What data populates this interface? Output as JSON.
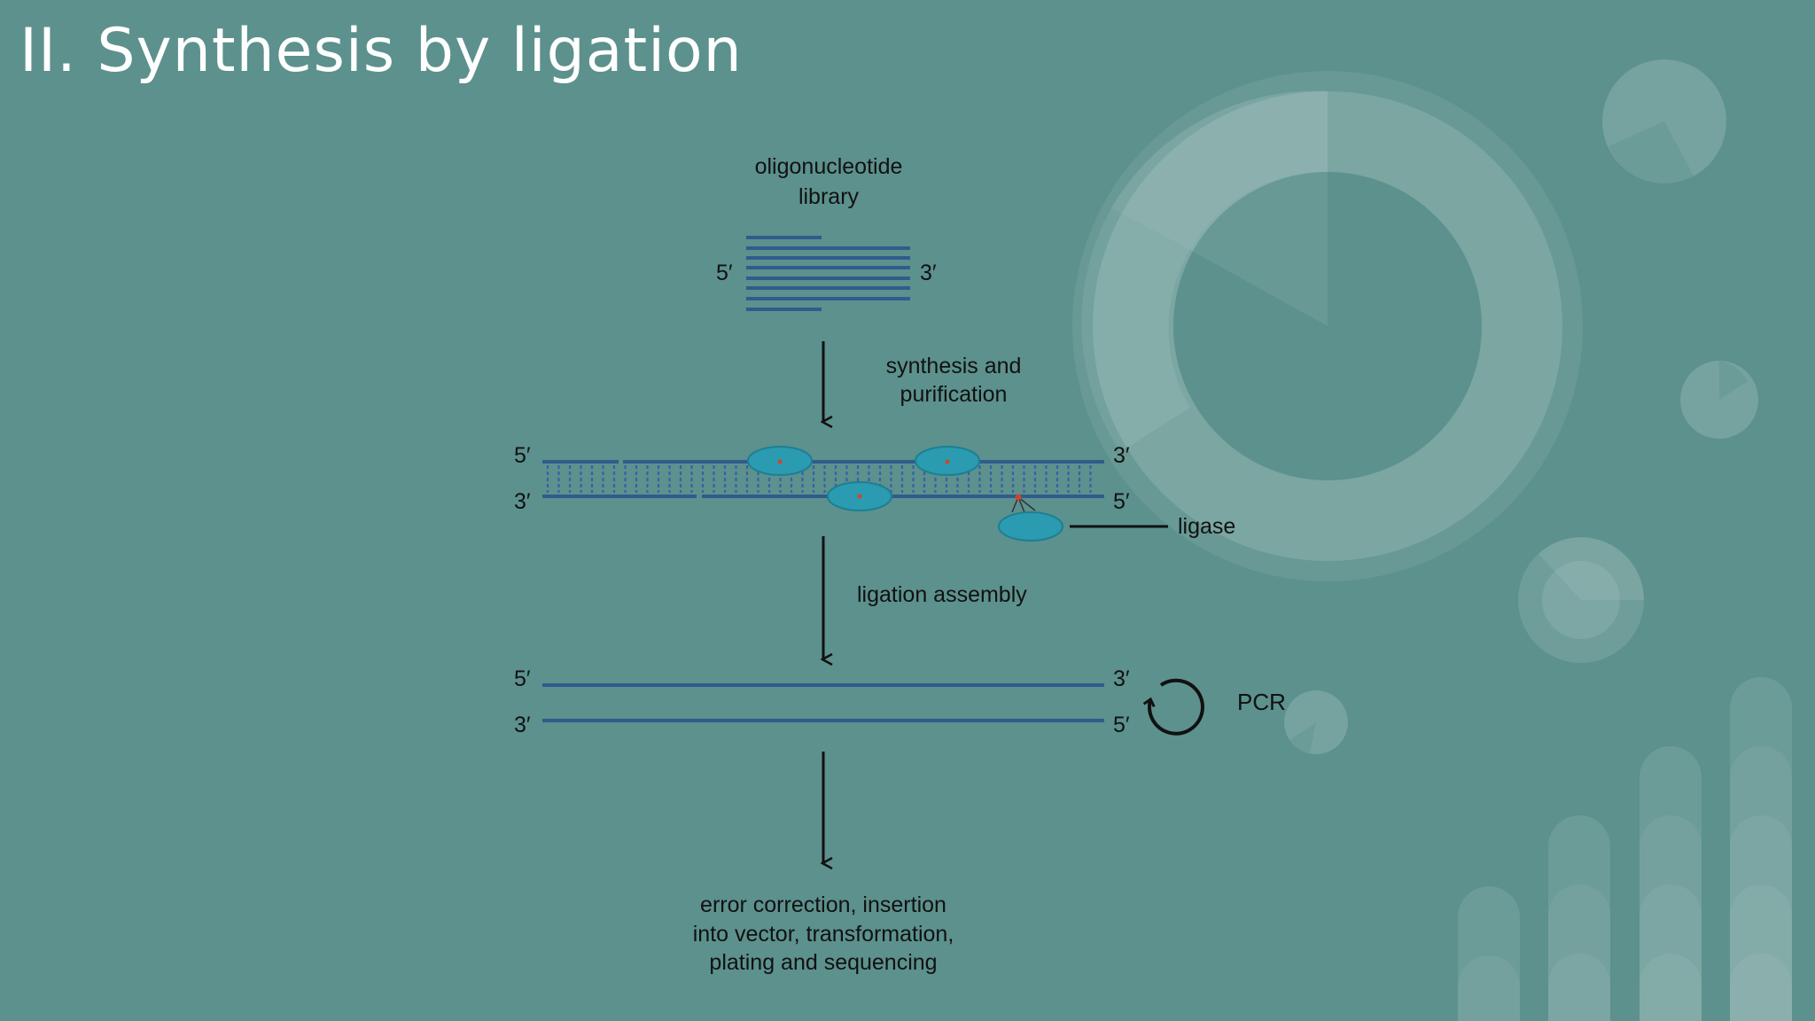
{
  "slide": {
    "title": "II. Synthesis by ligation"
  },
  "diagram": {
    "library_label_line1": "oligonucleotide",
    "library_label_line2": "library",
    "prime5": "5′",
    "prime3": "3′",
    "step1_label_line1": "synthesis and",
    "step1_label_line2": "purification",
    "ligase_label": "ligase",
    "step2_label": "ligation assembly",
    "pcr_label": "PCR",
    "final_line1": "error correction, insertion",
    "final_line2": "into vector, transformation,",
    "final_line3": "plating and sequencing"
  },
  "colors": {
    "background": "#5c918d",
    "strand": "#2f5c8c",
    "ligase": "#2a9bb0",
    "nick": "#d0442c",
    "text": "#111111",
    "title": "#ffffff"
  }
}
